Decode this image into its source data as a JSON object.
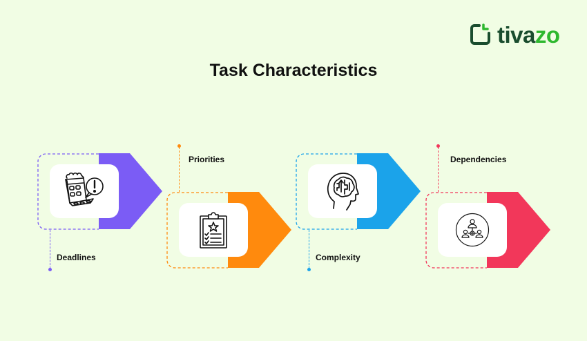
{
  "brand": {
    "logo_text_dark": "tiva",
    "logo_text_light": "zo",
    "colors": {
      "dark": "#1a4d2e",
      "light": "#2eb82e"
    }
  },
  "page": {
    "title": "Task Characteristics",
    "background": "#f1fde4"
  },
  "steps": [
    {
      "label": "Deadlines",
      "icon": "calendar-alert-icon",
      "color": "#7b5cf5",
      "label_position": "below"
    },
    {
      "label": "Priorities",
      "icon": "clipboard-star-icon",
      "color": "#ff8a0d",
      "label_position": "above"
    },
    {
      "label": "Complexity",
      "icon": "brain-maze-head-icon",
      "color": "#1ba3ea",
      "label_position": "below"
    },
    {
      "label": "Dependencies",
      "icon": "team-hierarchy-icon",
      "color": "#f2375a",
      "label_position": "above"
    }
  ]
}
